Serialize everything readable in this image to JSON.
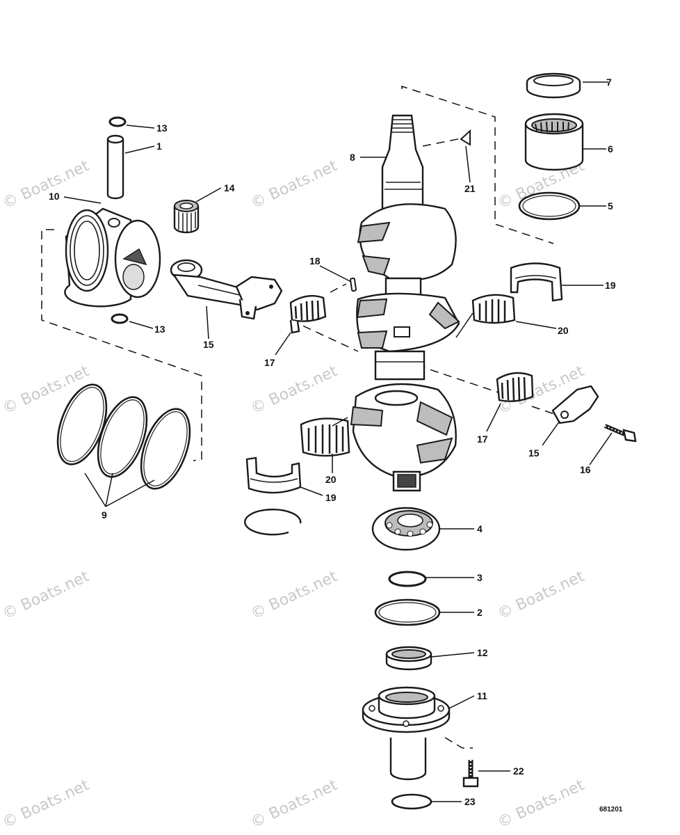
{
  "callouts": [
    "1",
    "2",
    "3",
    "4",
    "5",
    "6",
    "7",
    "8",
    "9",
    "10",
    "11",
    "12",
    "13",
    "13",
    "14",
    "15",
    "15",
    "16",
    "17",
    "17",
    "18",
    "19",
    "19",
    "20",
    "20",
    "21",
    "22",
    "23"
  ],
  "drawing_code": "681201",
  "watermark": "© Boats.net"
}
